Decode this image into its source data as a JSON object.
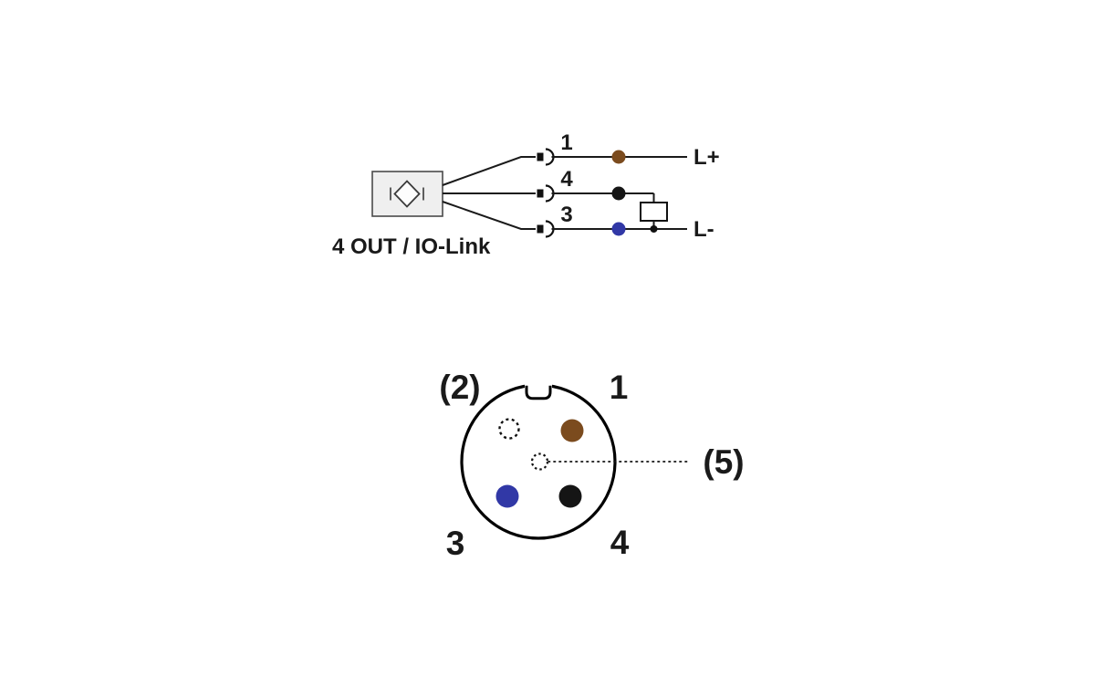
{
  "colors": {
    "brown": "#7b4b1e",
    "black": "#151515",
    "blue": "#3138a6",
    "line": "#1a1a1a"
  },
  "wiring": {
    "device_label": "4 OUT / IO-Link",
    "supply_positive_label": "L+",
    "supply_negative_label": "L-",
    "wires": [
      {
        "pin": "1",
        "color": "#7b4b1e",
        "color_name": "brown"
      },
      {
        "pin": "4",
        "color": "#151515",
        "color_name": "black"
      },
      {
        "pin": "3",
        "color": "#3138a6",
        "color_name": "blue"
      }
    ]
  },
  "pinout": {
    "labels": {
      "pin1": "1",
      "pin2": "(2)",
      "pin3": "3",
      "pin4": "4",
      "pin5": "(5)"
    },
    "contact_colors": {
      "pin1": "#7b4b1e",
      "pin3": "#3138a6",
      "pin4": "#151515"
    }
  }
}
